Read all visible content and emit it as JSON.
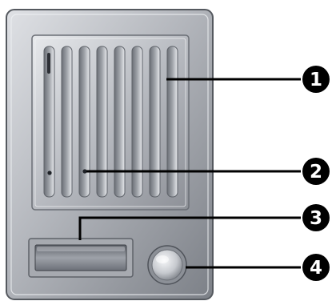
{
  "diagram": {
    "colors": {
      "background": "#ffffff",
      "housing_light": "#c9cbd0",
      "housing_mid": "#9ea1a8",
      "housing_dark": "#6f737a",
      "plate": "#b9bcc2",
      "slot": "#7d8188",
      "slot_highlight": "#e6e8ec",
      "callout_line": "#000000",
      "callout_badge": "#000000",
      "callout_text": "#ffffff",
      "button_face": "#d9dbe0"
    },
    "callouts": [
      {
        "number": "1",
        "target": "speaker-grille"
      },
      {
        "number": "2",
        "target": "microphone-holes"
      },
      {
        "number": "3",
        "target": "name-plate"
      },
      {
        "number": "4",
        "target": "call-button"
      }
    ]
  }
}
